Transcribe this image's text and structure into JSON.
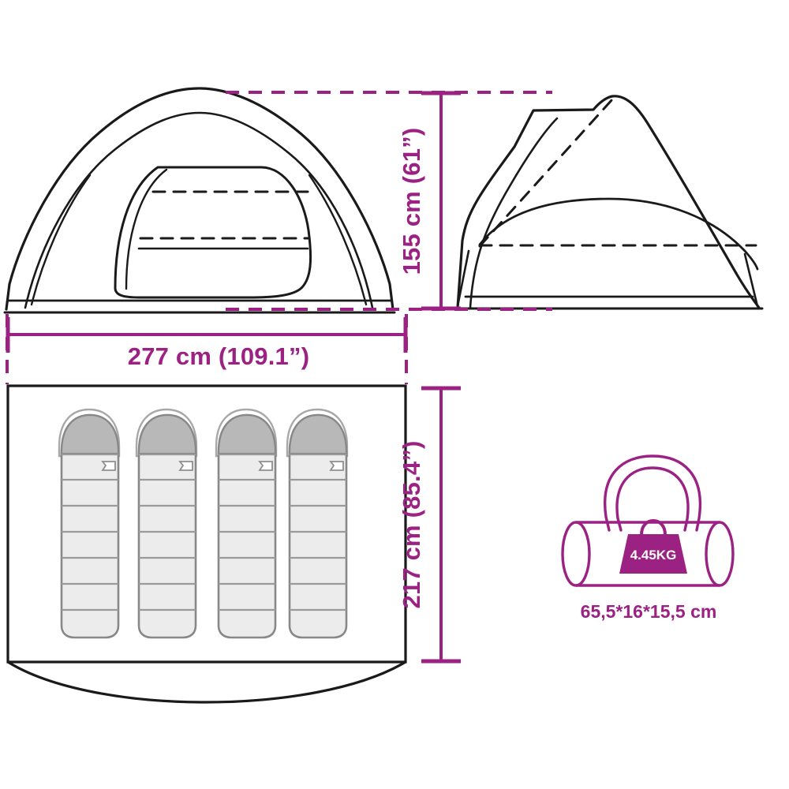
{
  "document": {
    "type": "product-dimension-diagram",
    "subject": "4-person dome tent",
    "background_color": "#ffffff"
  },
  "colors": {
    "dimension_magenta": "#9B2183",
    "outline_black": "#1a1a1a",
    "sleeping_bag_fill": "#ececec",
    "sleeping_bag_hood_fill": "#b8b8b8",
    "sleeping_bag_stroke": "#888888"
  },
  "dimensions": {
    "height": {
      "label": "155 cm (61”)",
      "value_cm": 155,
      "value_in": 61,
      "orientation": "vertical",
      "applies_to": "tent-height"
    },
    "width": {
      "label": "277 cm (109.1”)",
      "value_cm": 277,
      "value_in": 109.1,
      "orientation": "horizontal",
      "applies_to": "tent-width"
    },
    "depth": {
      "label": "217 cm (85.4”)",
      "value_cm": 217,
      "value_in": 85.4,
      "orientation": "vertical",
      "applies_to": "tent-depth"
    }
  },
  "views": {
    "front": {
      "name": "tent-front-view",
      "door_panels": 1,
      "dashed_lines": 2
    },
    "side": {
      "name": "tent-side-view",
      "dashed_lines": 2
    },
    "floor": {
      "name": "tent-floor-plan",
      "sleeping_bags": 4,
      "bag_segments": 8
    }
  },
  "carry_bag": {
    "name": "carry-bag",
    "weight_label": "4.45KG",
    "weight_kg": 4.45,
    "size_label": "65,5*16*15,5 cm",
    "size_cm": [
      65.5,
      16,
      15.5
    ],
    "icon": "weight-icon"
  }
}
